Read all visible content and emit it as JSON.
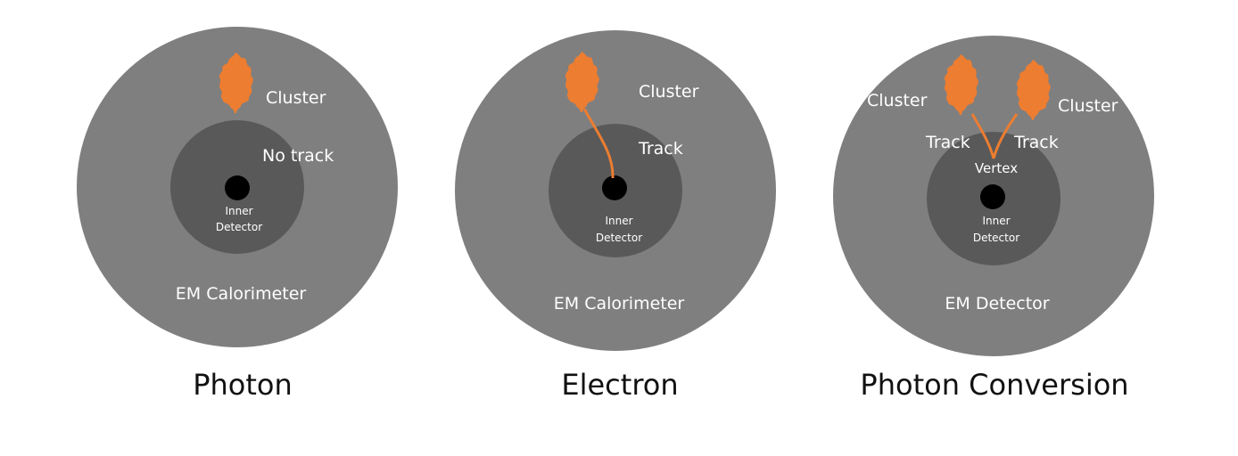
{
  "colors": {
    "outer_ring": "#7f7f7f",
    "inner_detector": "#595959",
    "center_dot": "#000000",
    "cluster": "#ed7d31",
    "track": "#ed7d31",
    "label_text": "#ffffff",
    "caption_text": "#111111"
  },
  "diagrams": [
    {
      "caption": "Photon",
      "outer_label": "EM Calorimeter",
      "inner_label_line1": "Inner",
      "inner_label_line2": "Detector",
      "cluster_label": "Cluster",
      "track_label": "No track"
    },
    {
      "caption": "Electron",
      "outer_label": "EM Calorimeter",
      "inner_label_line1": "Inner",
      "inner_label_line2": "Detector",
      "cluster_label": "Cluster",
      "track_label": "Track"
    },
    {
      "caption": "Photon Conversion",
      "outer_label": "EM Detector",
      "inner_label_line1": "Inner",
      "inner_label_line2": "Detector",
      "cluster_left_label": "Cluster",
      "cluster_right_label": "Cluster",
      "track_left_label": "Track",
      "track_right_label": "Track",
      "vertex_label": "Vertex"
    }
  ]
}
